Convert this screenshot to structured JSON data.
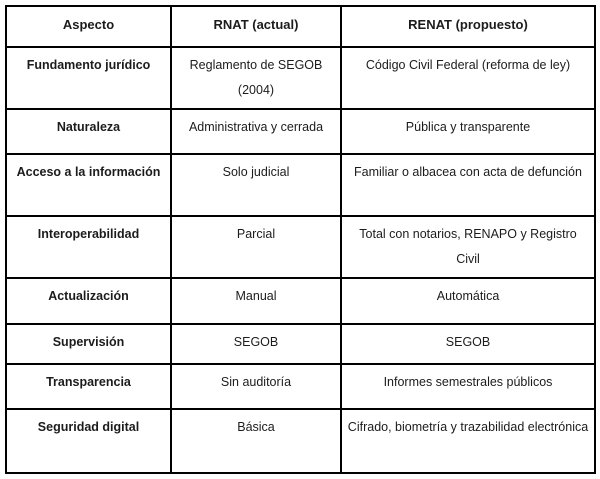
{
  "table": {
    "headers": [
      "Aspecto",
      "RNAT (actual)",
      "RENAT (propuesto)"
    ],
    "rows": [
      [
        "Fundamento jurídico",
        "Reglamento de SEGOB (2004)",
        "Código Civil Federal (reforma de ley)"
      ],
      [
        "Naturaleza",
        "Administrativa y cerrada",
        "Pública y transparente"
      ],
      [
        "Acceso a la información",
        "Solo judicial",
        "Familiar o albacea con acta de defunción"
      ],
      [
        "Interoperabilidad",
        "Parcial",
        "Total con notarios, RENAPO y Registro Civil"
      ],
      [
        "Actualización",
        "Manual",
        "Automática"
      ],
      [
        "Supervisión",
        "SEGOB",
        "SEGOB"
      ],
      [
        "Transparencia",
        "Sin auditoría",
        "Informes semestrales públicos"
      ],
      [
        "Seguridad digital",
        "Básica",
        "Cifrado, biometría y trazabilidad electrónica"
      ]
    ],
    "colors": {
      "border": "#000000",
      "text": "#1c1c1c",
      "background": "#ffffff"
    }
  }
}
